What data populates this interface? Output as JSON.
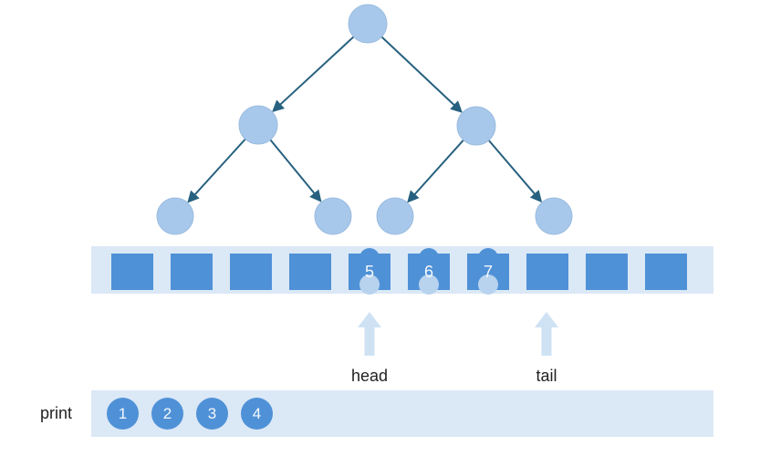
{
  "colors": {
    "node_fill": "#a7c8ea",
    "node_stroke": "#9bbce0",
    "edge": "#27617f",
    "cell_fill": "#4f91d7",
    "band_fill": "#dbe8f6",
    "pointer_fill": "#cfe2f4",
    "ghost_fill": "#b8d3ee",
    "text": "#222222"
  },
  "tree": {
    "node_count": 7,
    "levels": 3,
    "nodes": [
      "root",
      "left",
      "right",
      "left-left",
      "left-right",
      "right-left",
      "right-right"
    ],
    "edges": [
      [
        "root",
        "left"
      ],
      [
        "root",
        "right"
      ],
      [
        "left",
        "left-left"
      ],
      [
        "left",
        "left-right"
      ],
      [
        "right",
        "right-left"
      ],
      [
        "right",
        "right-right"
      ]
    ]
  },
  "queue": {
    "cells": [
      "",
      "",
      "",
      "",
      "5",
      "6",
      "7",
      "",
      "",
      ""
    ]
  },
  "pointers": {
    "head_label": "head",
    "tail_label": "tail"
  },
  "print_row": {
    "label": "print",
    "items": [
      "1",
      "2",
      "3",
      "4"
    ]
  }
}
